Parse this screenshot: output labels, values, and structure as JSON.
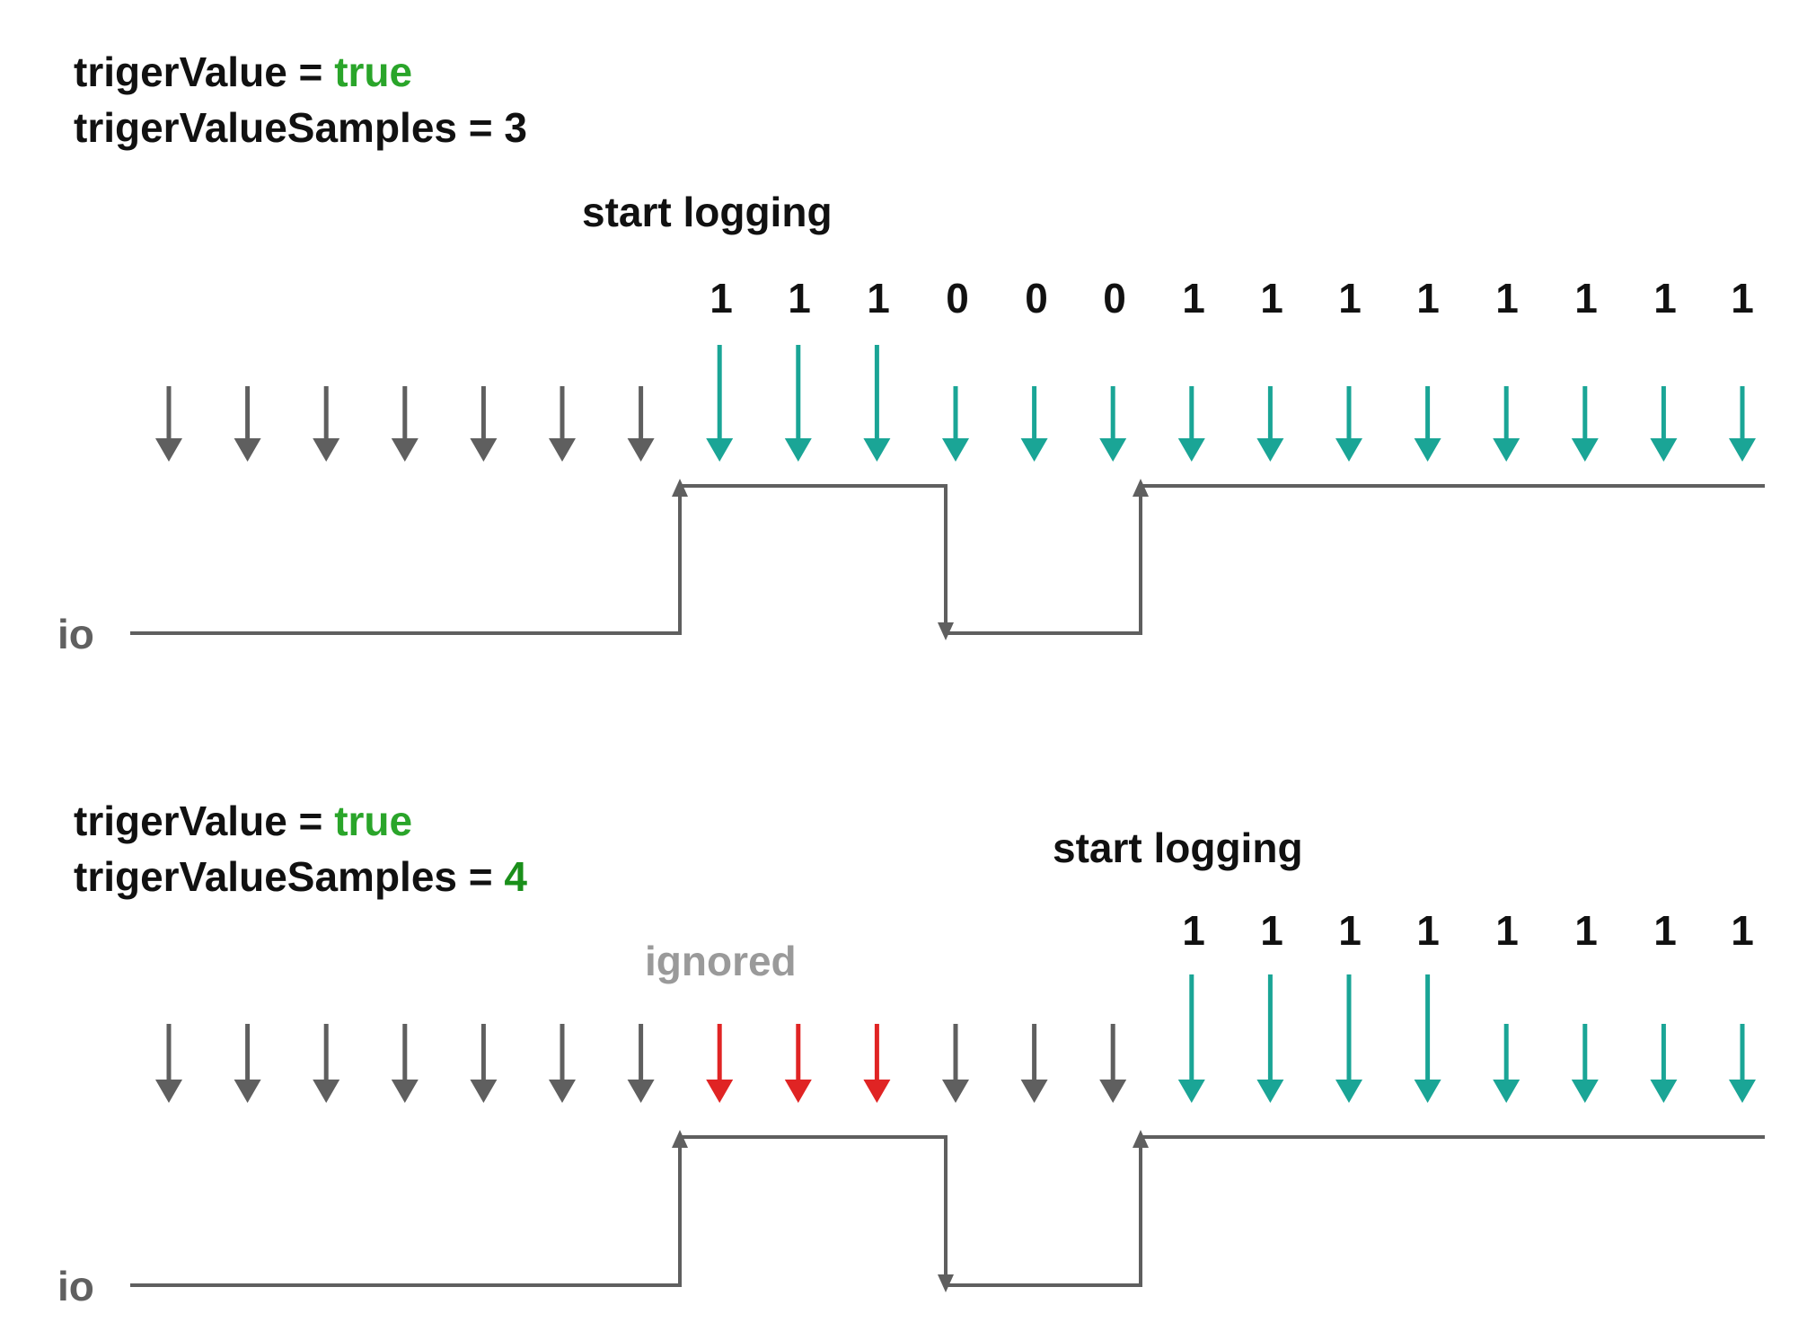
{
  "colors": {
    "green_value": "#2aa52a",
    "green_value_alt": "#1a8f1a",
    "arrow_gray": "#5f5f5f",
    "arrow_teal": "#1aa596",
    "arrow_red": "#e02424",
    "signal_line": "#5f5f5f",
    "text_dark": "#111111",
    "text_ignored": "#9a9a9a"
  },
  "panels": [
    {
      "id": "panel-1",
      "trigger_value_label": "trigerValue = ",
      "trigger_value": "true",
      "samples_label": "trigerValueSamples = ",
      "samples_value": "3",
      "samples_value_highlighted": false,
      "start_label": "start logging",
      "ignored_label": "",
      "io_label": "io",
      "sample_states": [
        "gray",
        "gray",
        "gray",
        "gray",
        "gray",
        "gray",
        "gray",
        "teal",
        "teal",
        "teal",
        "teal",
        "teal",
        "teal",
        "teal",
        "teal",
        "teal",
        "teal",
        "teal",
        "teal",
        "teal",
        "teal"
      ],
      "logged_bits": [
        "1",
        "1",
        "1",
        "0",
        "0",
        "0",
        "1",
        "1",
        "1",
        "1",
        "1",
        "1",
        "1",
        "1"
      ],
      "io_levels": [
        0,
        1,
        0,
        1
      ]
    },
    {
      "id": "panel-2",
      "trigger_value_label": "trigerValue = ",
      "trigger_value": "true",
      "samples_label": "trigerValueSamples = ",
      "samples_value": "4",
      "samples_value_highlighted": true,
      "start_label": "start logging",
      "ignored_label": "ignored",
      "io_label": "io",
      "sample_states": [
        "gray",
        "gray",
        "gray",
        "gray",
        "gray",
        "gray",
        "gray",
        "red",
        "red",
        "red",
        "gray",
        "gray",
        "gray",
        "teal",
        "teal",
        "teal",
        "teal",
        "teal",
        "teal",
        "teal",
        "teal"
      ],
      "logged_bits": [
        "1",
        "1",
        "1",
        "1",
        "1",
        "1",
        "1",
        "1"
      ],
      "io_levels": [
        0,
        1,
        0,
        1
      ]
    }
  ]
}
